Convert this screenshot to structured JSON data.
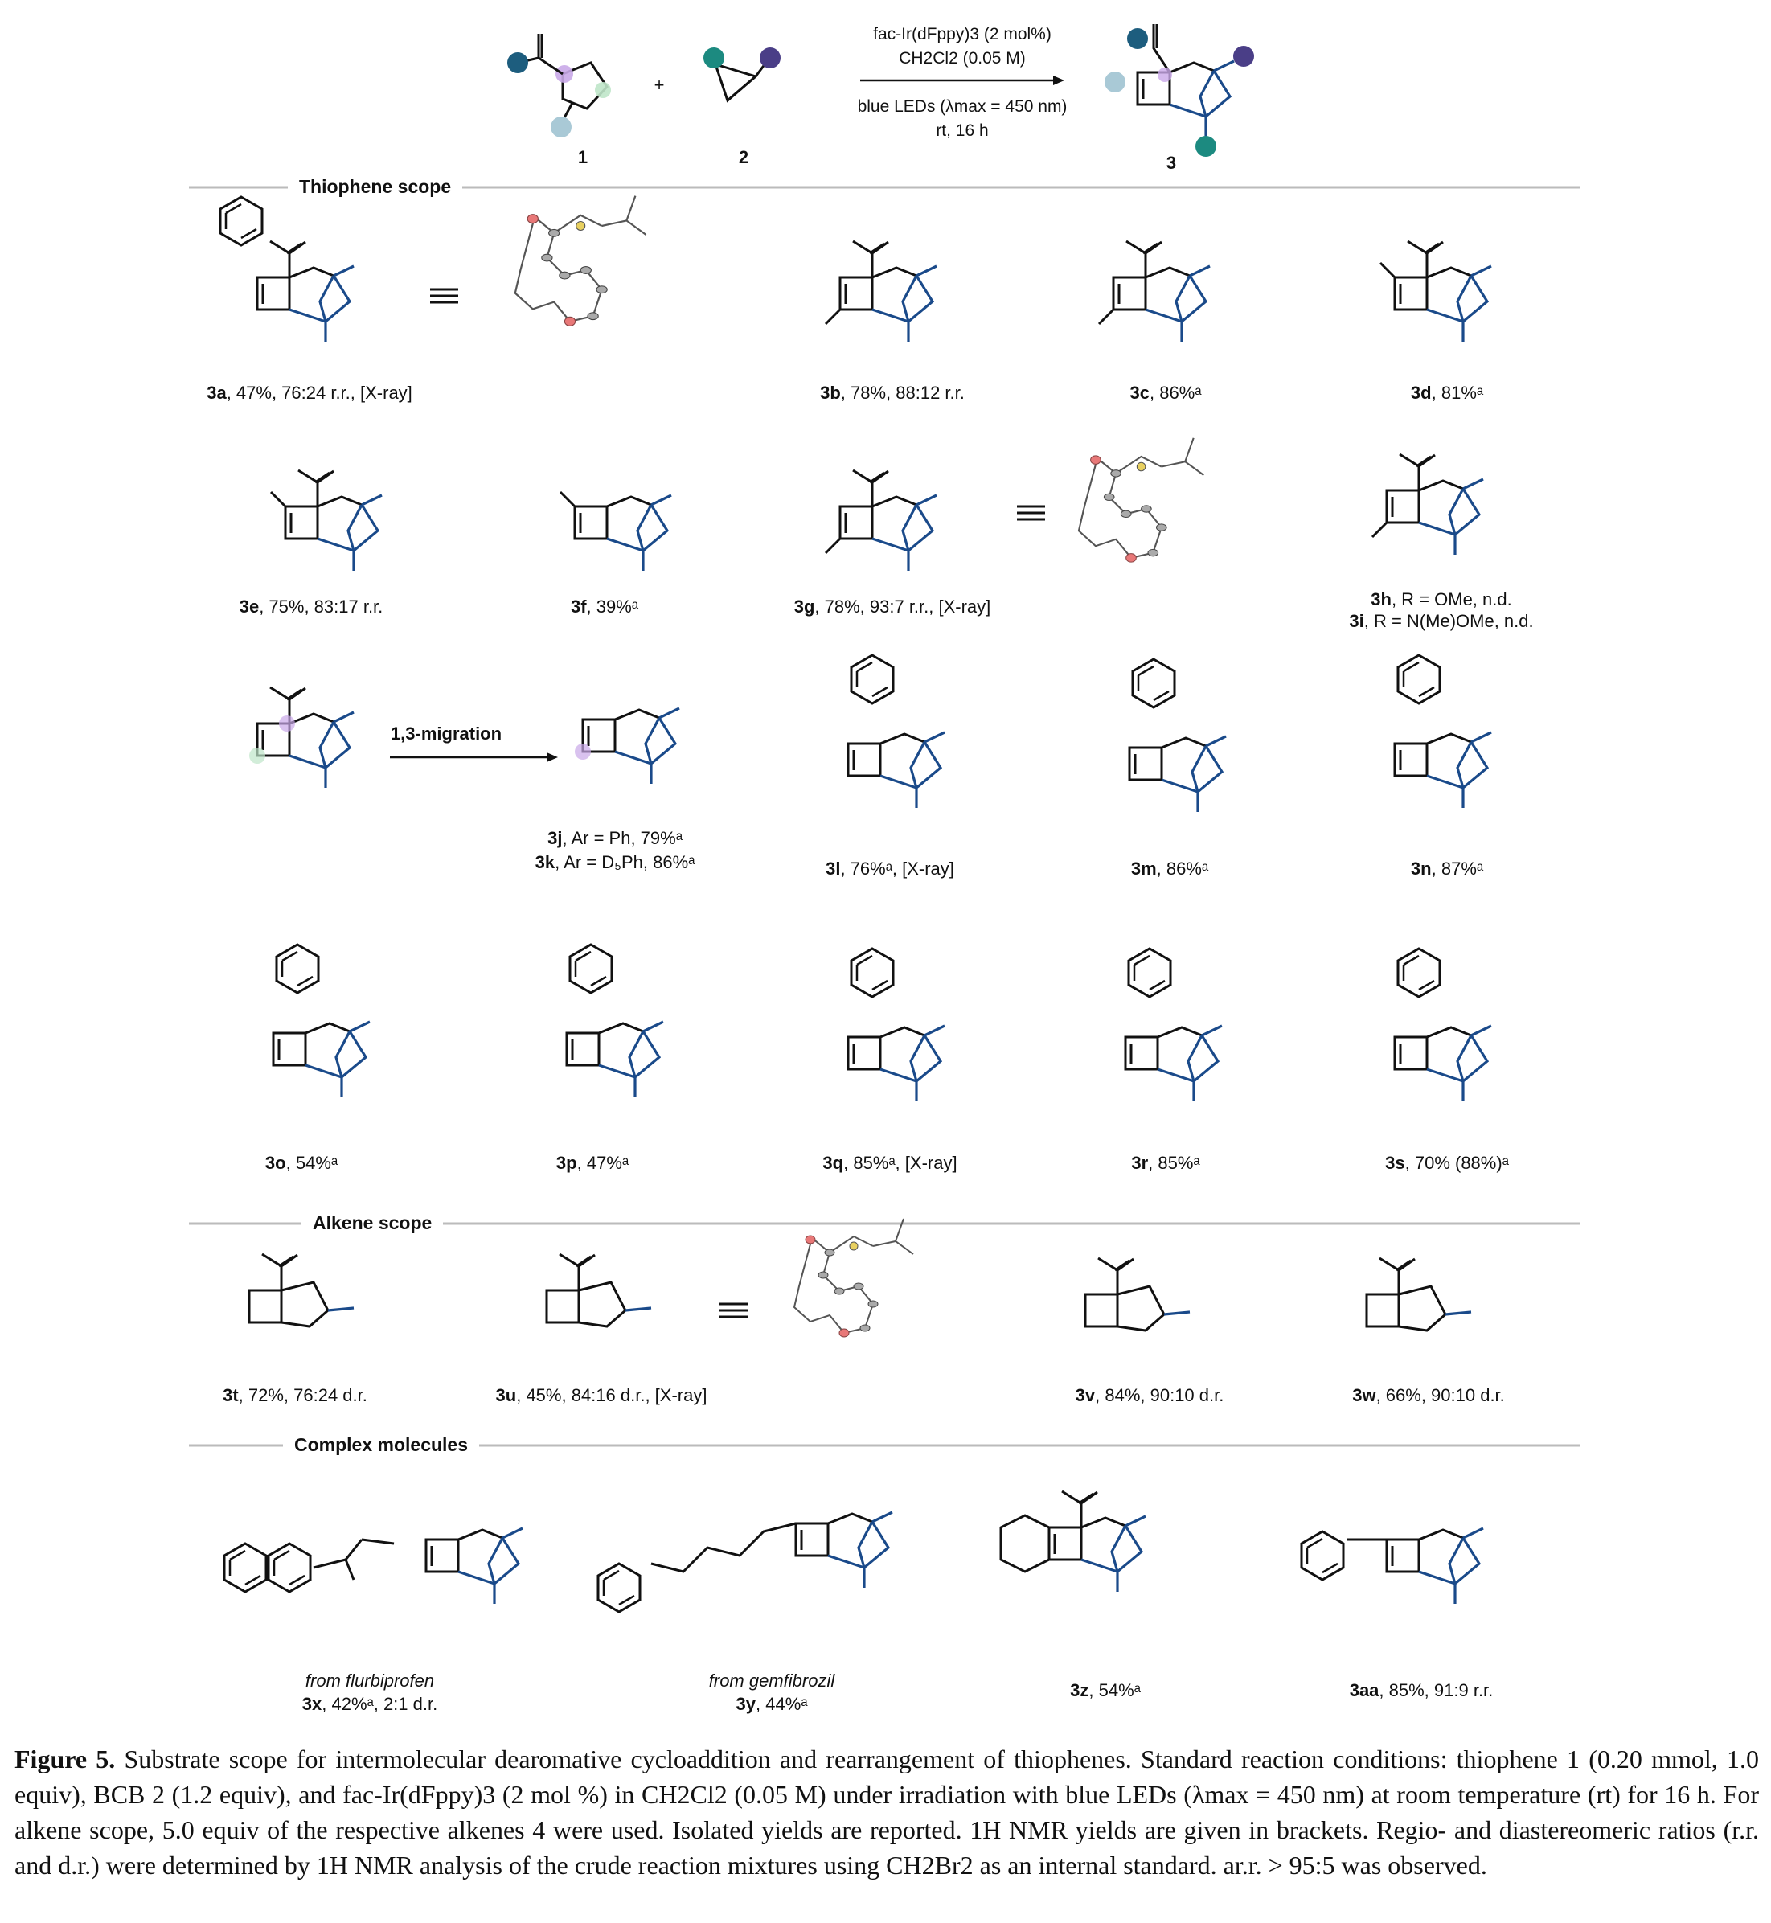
{
  "scheme": {
    "conditions": {
      "catalyst": "fac-Ir(dFppy)3 (2 mol%)",
      "solvent": "CH2Cl2 (0.05 M)",
      "light": "blue LEDs (λmax = 450 nm)",
      "time": "rt, 16 h"
    },
    "reactant1": "1",
    "reactant2": "2",
    "product": "3"
  },
  "sections": {
    "thiophene": "Thiophene scope",
    "alkene": "Alkene scope",
    "complex": "Complex molecules"
  },
  "arrow_label": "1,3-migration",
  "compounds": [
    {
      "id": "3a",
      "text": ", 47%, 76:24 r.r., [X-ray]"
    },
    {
      "id": "3b",
      "text": ", 78%, 88:12 r.r."
    },
    {
      "id": "3c",
      "text": ", 86%ᵃ"
    },
    {
      "id": "3d",
      "text": ", 81%ᵃ"
    },
    {
      "id": "3e",
      "text": ", 75%, 83:17 r.r."
    },
    {
      "id": "3f",
      "text": ", 39%ᵃ"
    },
    {
      "id": "3g",
      "text": ", 78%, 93:7 r.r., [X-ray]"
    },
    {
      "id": "3h",
      "text": ", R = OMe, n.d."
    },
    {
      "id": "3i",
      "text": ", R = N(Me)OMe, n.d."
    },
    {
      "id": "3j",
      "text": ", Ar = Ph, 79%ᵃ"
    },
    {
      "id": "3k",
      "text": ", Ar = D₅Ph, 86%ᵃ"
    },
    {
      "id": "3l",
      "text": ", 76%ᵃ, [X-ray]"
    },
    {
      "id": "3m",
      "text": ", 86%ᵃ"
    },
    {
      "id": "3n",
      "text": ", 87%ᵃ"
    },
    {
      "id": "3o",
      "text": ", 54%ᵃ"
    },
    {
      "id": "3p",
      "text": ", 47%ᵃ"
    },
    {
      "id": "3q",
      "text": ", 85%ᵃ, [X-ray]"
    },
    {
      "id": "3r",
      "text": ", 85%ᵃ"
    },
    {
      "id": "3s",
      "text": ", 70% (88%)ᵃ"
    },
    {
      "id": "3t",
      "text": ", 72%, 76:24 d.r."
    },
    {
      "id": "3u",
      "text": ", 45%, 84:16 d.r., [X-ray]"
    },
    {
      "id": "3v",
      "text": ", 84%, 90:10 d.r."
    },
    {
      "id": "3w",
      "text": ", 66%, 90:10 d.r."
    },
    {
      "id": "3x",
      "text": ", 42%ᵃ, 2:1 d.r.",
      "source": "from flurbiprofen"
    },
    {
      "id": "3y",
      "text": ", 44%ᵃ",
      "source": "from gemfibrozil"
    },
    {
      "id": "3z",
      "text": ", 54%ᵃ"
    },
    {
      "id": "3aa",
      "text": ", 85%, 91:9 r.r."
    }
  ],
  "caption": {
    "label": "Figure 5.",
    "text": "Substrate scope for intermolecular dearomative cycloaddition and rearrangement of thiophenes. Standard reaction conditions: thiophene 1 (0.20 mmol, 1.0 equiv), BCB 2 (1.2 equiv), and fac-Ir(dFppy)3 (2 mol %) in CH2Cl2 (0.05 M) under irradiation with blue LEDs (λmax = 450 nm) at room temperature (rt) for 16 h. For alkene scope, 5.0 equiv of the respective alkenes 4 were used. Isolated yields are reported. 1H NMR yields are given in brackets. Regio- and diastereomeric ratios (r.r. and d.r.) were determined by 1H NMR analysis of the crude reaction mixtures using CH2Br2 as an internal standard. ar.r. > 95:5 was observed."
  },
  "colors": {
    "blue_bond": "#1a4a8a",
    "dot_navy": "#1d5d7e",
    "dot_purple": "#4a3e87",
    "dot_teal": "#1c8a80",
    "dot_lightblue": "#a9c9d6",
    "highlight_purple": "#c9a8e8",
    "highlight_green": "#bfe5c9"
  }
}
